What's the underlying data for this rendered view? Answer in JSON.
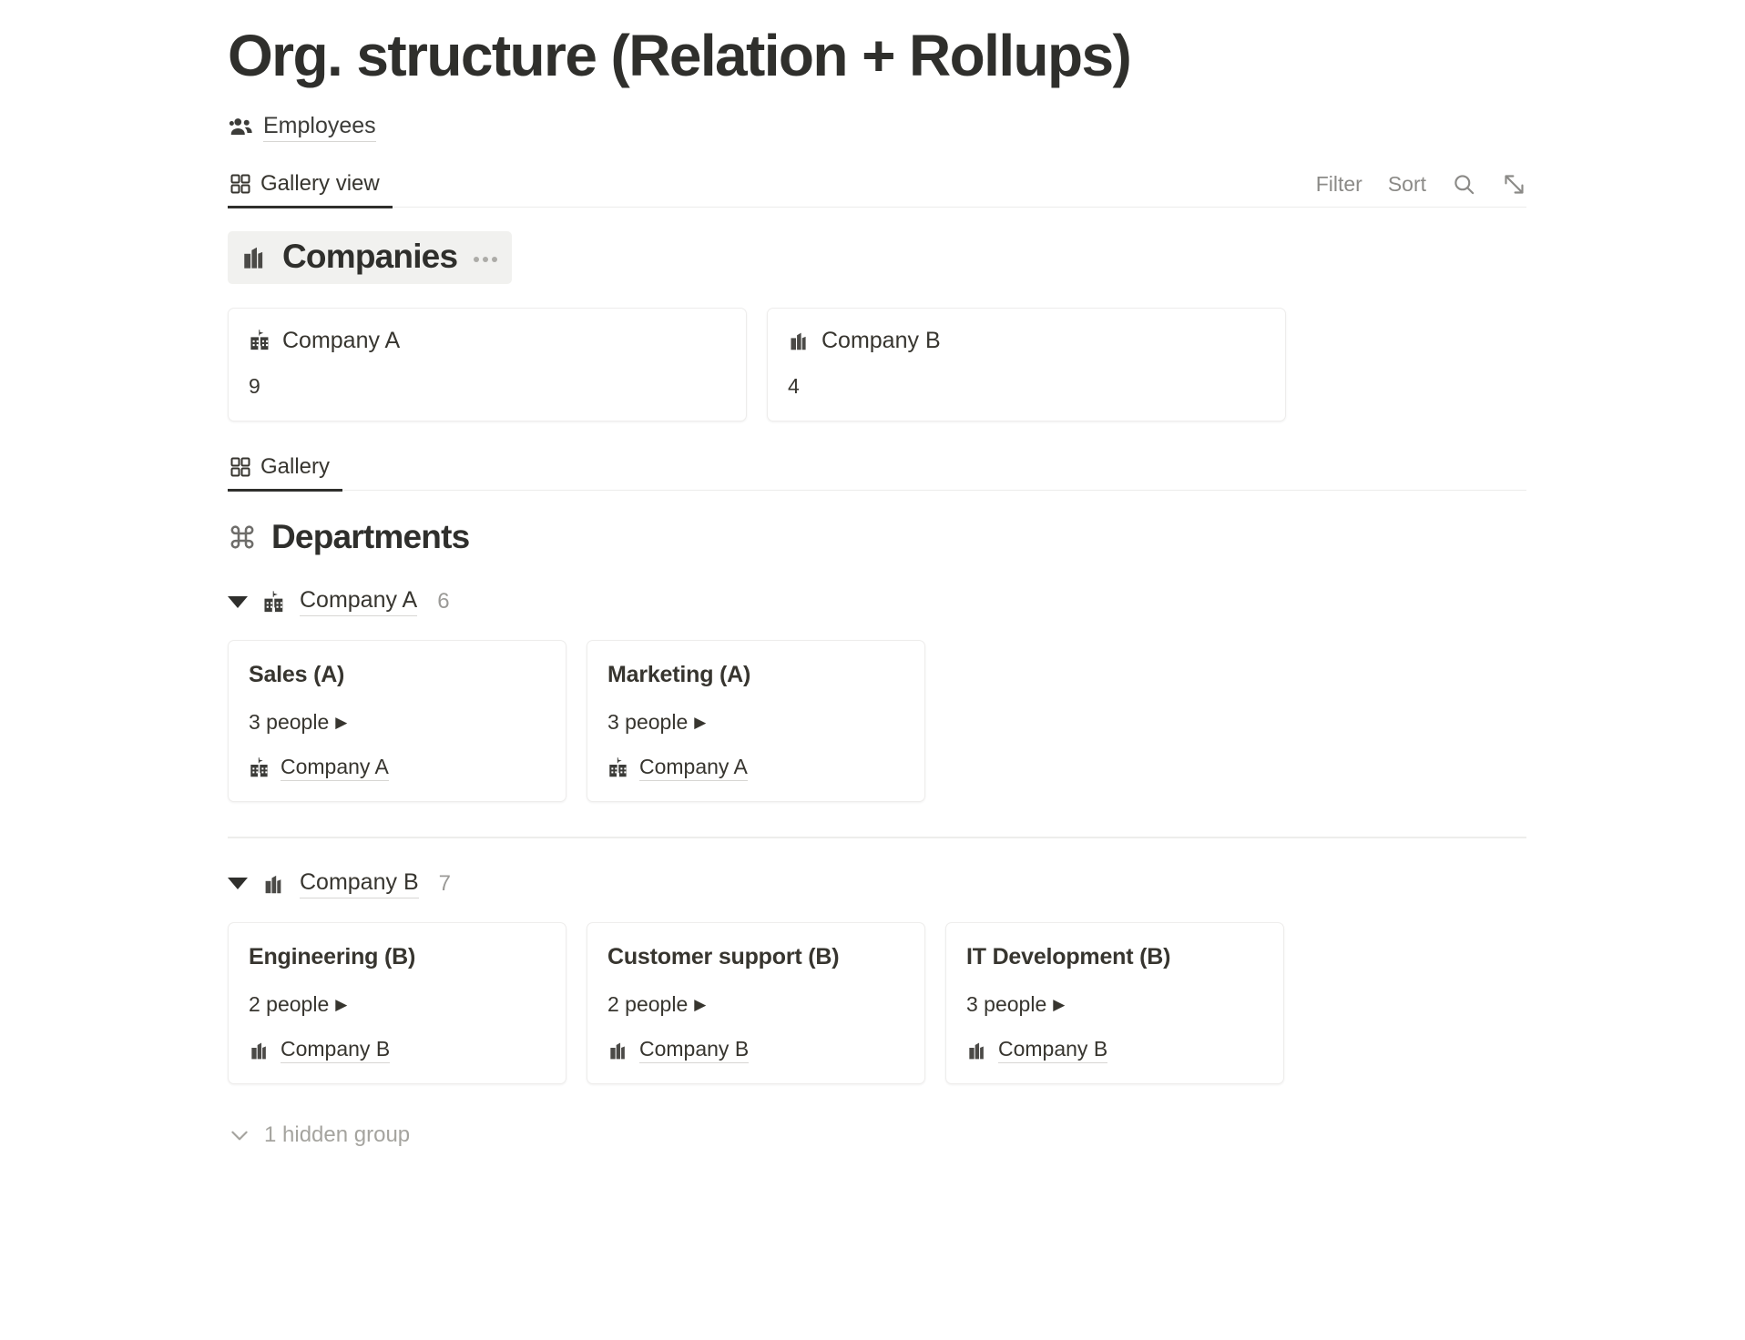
{
  "page": {
    "title": "Org. structure (Relation + Rollups)"
  },
  "breadcrumb": {
    "icon": "people-group-icon",
    "label": "Employees"
  },
  "viewbar": {
    "tabs": [
      {
        "label": "Gallery view",
        "icon": "gallery-grid-icon",
        "active": true
      }
    ],
    "tools": {
      "filter_label": "Filter",
      "sort_label": "Sort",
      "search_icon": "search-icon",
      "expand_icon": "expand-diagonal-icon"
    }
  },
  "companies_section": {
    "icon": "city-building-icon",
    "title": "Companies",
    "more_icon": "ellipsis-icon",
    "cards": [
      {
        "icon": "school-building-icon",
        "title": "Company A",
        "value": "9"
      },
      {
        "icon": "city-building-icon",
        "title": "Company B",
        "value": "4"
      }
    ]
  },
  "gallery_tab": {
    "label": "Gallery",
    "icon": "gallery-grid-icon",
    "active": true
  },
  "departments_section": {
    "icon": "command-loop-icon",
    "title": "Departments",
    "groups": [
      {
        "caret": "caret-down-icon",
        "icon": "school-building-icon",
        "label": "Company A",
        "count": "6",
        "cards": [
          {
            "title": "Sales (A)",
            "people": "3 people",
            "people_arrow": "▶",
            "relation_icon": "school-building-icon",
            "relation_label": "Company A"
          },
          {
            "title": "Marketing (A)",
            "people": "3 people",
            "people_arrow": "▶",
            "relation_icon": "school-building-icon",
            "relation_label": "Company A"
          }
        ]
      },
      {
        "caret": "caret-down-icon",
        "icon": "city-building-icon",
        "label": "Company B",
        "count": "7",
        "cards": [
          {
            "title": "Engineering (B)",
            "people": "2 people",
            "people_arrow": "▶",
            "relation_icon": "city-building-icon",
            "relation_label": "Company B"
          },
          {
            "title": "Customer support (B)",
            "people": "2 people",
            "people_arrow": "▶",
            "relation_icon": "city-building-icon",
            "relation_label": "Company B"
          },
          {
            "title": "IT Development (B)",
            "people": "3 people",
            "people_arrow": "▶",
            "relation_icon": "city-building-icon",
            "relation_label": "Company B"
          }
        ]
      }
    ],
    "hidden_group": {
      "caret": "chevron-down-icon",
      "label": "1 hidden group"
    }
  },
  "colors": {
    "text": "#37352f",
    "muted": "#9b9a97",
    "card_border": "#eeedec",
    "highlight_bg": "#f1f1ef",
    "accent_underline": "#2f2f2c"
  }
}
